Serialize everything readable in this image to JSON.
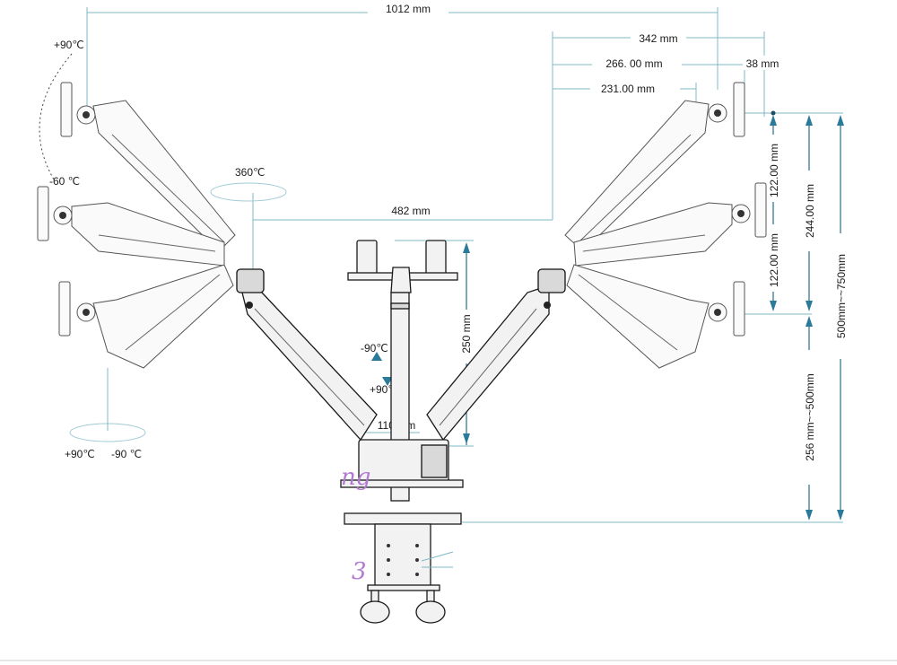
{
  "dimensions": {
    "total_width": "1012 mm",
    "arm_reach_outer": "342 mm",
    "arm_reach_mid": "266. 00 mm",
    "offset_small": "38 mm",
    "arm_reach_inner": "231.00 mm",
    "center_span": "482 mm",
    "pole_height": "250 mm",
    "base_width": "110 mm",
    "tilt_upper": "122.00 mm",
    "tilt_lower": "122.00 mm",
    "tilt_total": "244.00 mm",
    "height_range_total": "500mm~~750mm",
    "height_range_base": "256 mm~~500mm"
  },
  "angles": {
    "tilt_up": "+90℃",
    "tilt_down": "-60 ℃",
    "rotate_full": "360℃",
    "swivel_neg": "-90℃",
    "swivel_pos": "+90℃",
    "bottom_pos": "+90℃",
    "bottom_neg": "-90 ℃"
  },
  "watermarks": {
    "mark_a": "ng",
    "mark_b": "3"
  },
  "colors": {
    "dimension_line": "#7fb8c6",
    "arrow": "#2a7a9a",
    "watermark": "#b27ad1"
  }
}
